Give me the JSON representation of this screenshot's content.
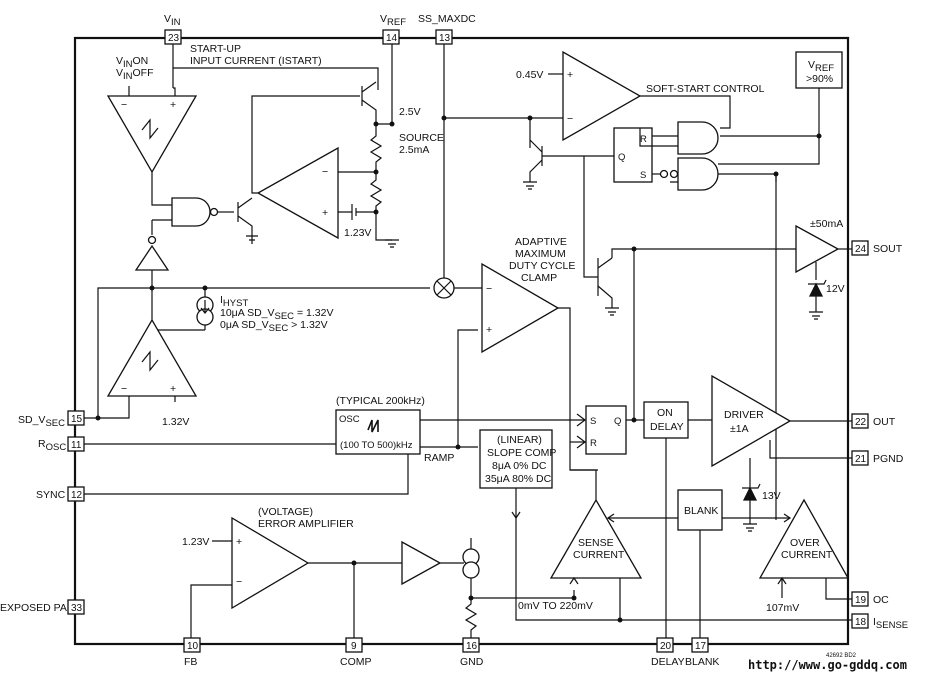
{
  "pins": {
    "vin": "V",
    "vin_sub": "IN",
    "vin_num": "23",
    "vref": "V",
    "vref_sub": "REF",
    "vref_num": "14",
    "ss_maxdc": "SS_MAXDC",
    "ss_maxdc_num": "13",
    "sout": "SOUT",
    "sout_num": "24",
    "out": "OUT",
    "out_num": "22",
    "pgnd": "PGND",
    "pgnd_num": "21",
    "oc": "OC",
    "oc_num": "19",
    "isense": "I",
    "isense_sub": "SENSE",
    "isense_num": "18",
    "sd_vsec": "SD_V",
    "sd_vsec_sub": "SEC",
    "sd_vsec_num": "15",
    "rosc": "R",
    "rosc_sub": "OSC",
    "rosc_num": "11",
    "sync": "SYNC",
    "sync_num": "12",
    "exposed_pad": "EXPOSED PAD",
    "exposed_pad_num": "33",
    "fb": "FB",
    "fb_num": "10",
    "comp": "COMP",
    "comp_num": "9",
    "gnd": "GND",
    "gnd_num": "16",
    "delay": "DELAY",
    "delay_num": "20",
    "blank": "BLANK",
    "blank_num": "17"
  },
  "labels": {
    "startup_1": "START-UP",
    "startup_2": "INPUT CURRENT (ISTART)",
    "vin_on_a": "V",
    "vin_on_sub": "IN",
    "vin_on_b": "ON",
    "vin_off_a": "V",
    "vin_off_sub": "IN",
    "vin_off_b": "OFF",
    "v25": "2.5V",
    "source_1": "SOURCE",
    "source_2": "2.5mA",
    "v123_ref": "1.23V",
    "v045": "0.45V",
    "softstart": "SOFT-START CONTROL",
    "vref90_a": "V",
    "vref90_sub": "REF",
    "vref90_b": ">90%",
    "adaptive_1": "ADAPTIVE",
    "adaptive_2": "MAXIMUM",
    "adaptive_3": "DUTY CYCLE",
    "adaptive_4": "CLAMP",
    "ihyst_a": "I",
    "ihyst_sub": "HYST",
    "ihyst_2a": "10μA SD_V",
    "ihyst_2sub": "SEC",
    "ihyst_2b": " = 1.32V",
    "ihyst_3a": "0μA SD_V",
    "ihyst_3sub": "SEC",
    "ihyst_3b": " > 1.32V",
    "v132": "1.32V",
    "typical": "(TYPICAL 200kHz)",
    "osc": "OSC",
    "osc_range": "(100 TO 500)kHz",
    "ramp": "RAMP",
    "slope_1": "(LINEAR)",
    "slope_2": "SLOPE COMP",
    "slope_3": "8μA 0% DC",
    "slope_4": "35μA 80% DC",
    "ma50": "±50mA",
    "v12": "12V",
    "on_delay_1": "ON",
    "on_delay_2": "DELAY",
    "driver_1": "DRIVER",
    "driver_2": "±1A",
    "v13": "13V",
    "blank_box": "BLANK",
    "sense_1": "SENSE",
    "sense_2": "CURRENT",
    "over_1": "OVER",
    "over_2": "CURRENT",
    "mv107": "107mV",
    "mv0_220": "0mV TO 220mV",
    "voltage_1": "(VOLTAGE)",
    "voltage_2": "ERROR AMPLIFIER",
    "v123_ea": "1.23V",
    "ff1_r": "R",
    "ff1_q": "Q",
    "ff1_s": "S",
    "ff2_s": "S",
    "ff2_q": "Q",
    "ff2_r": "R",
    "plus": "+",
    "minus": "−"
  },
  "footer": {
    "code": "42692 BD2",
    "url": "http://www.go-gddq.com"
  }
}
